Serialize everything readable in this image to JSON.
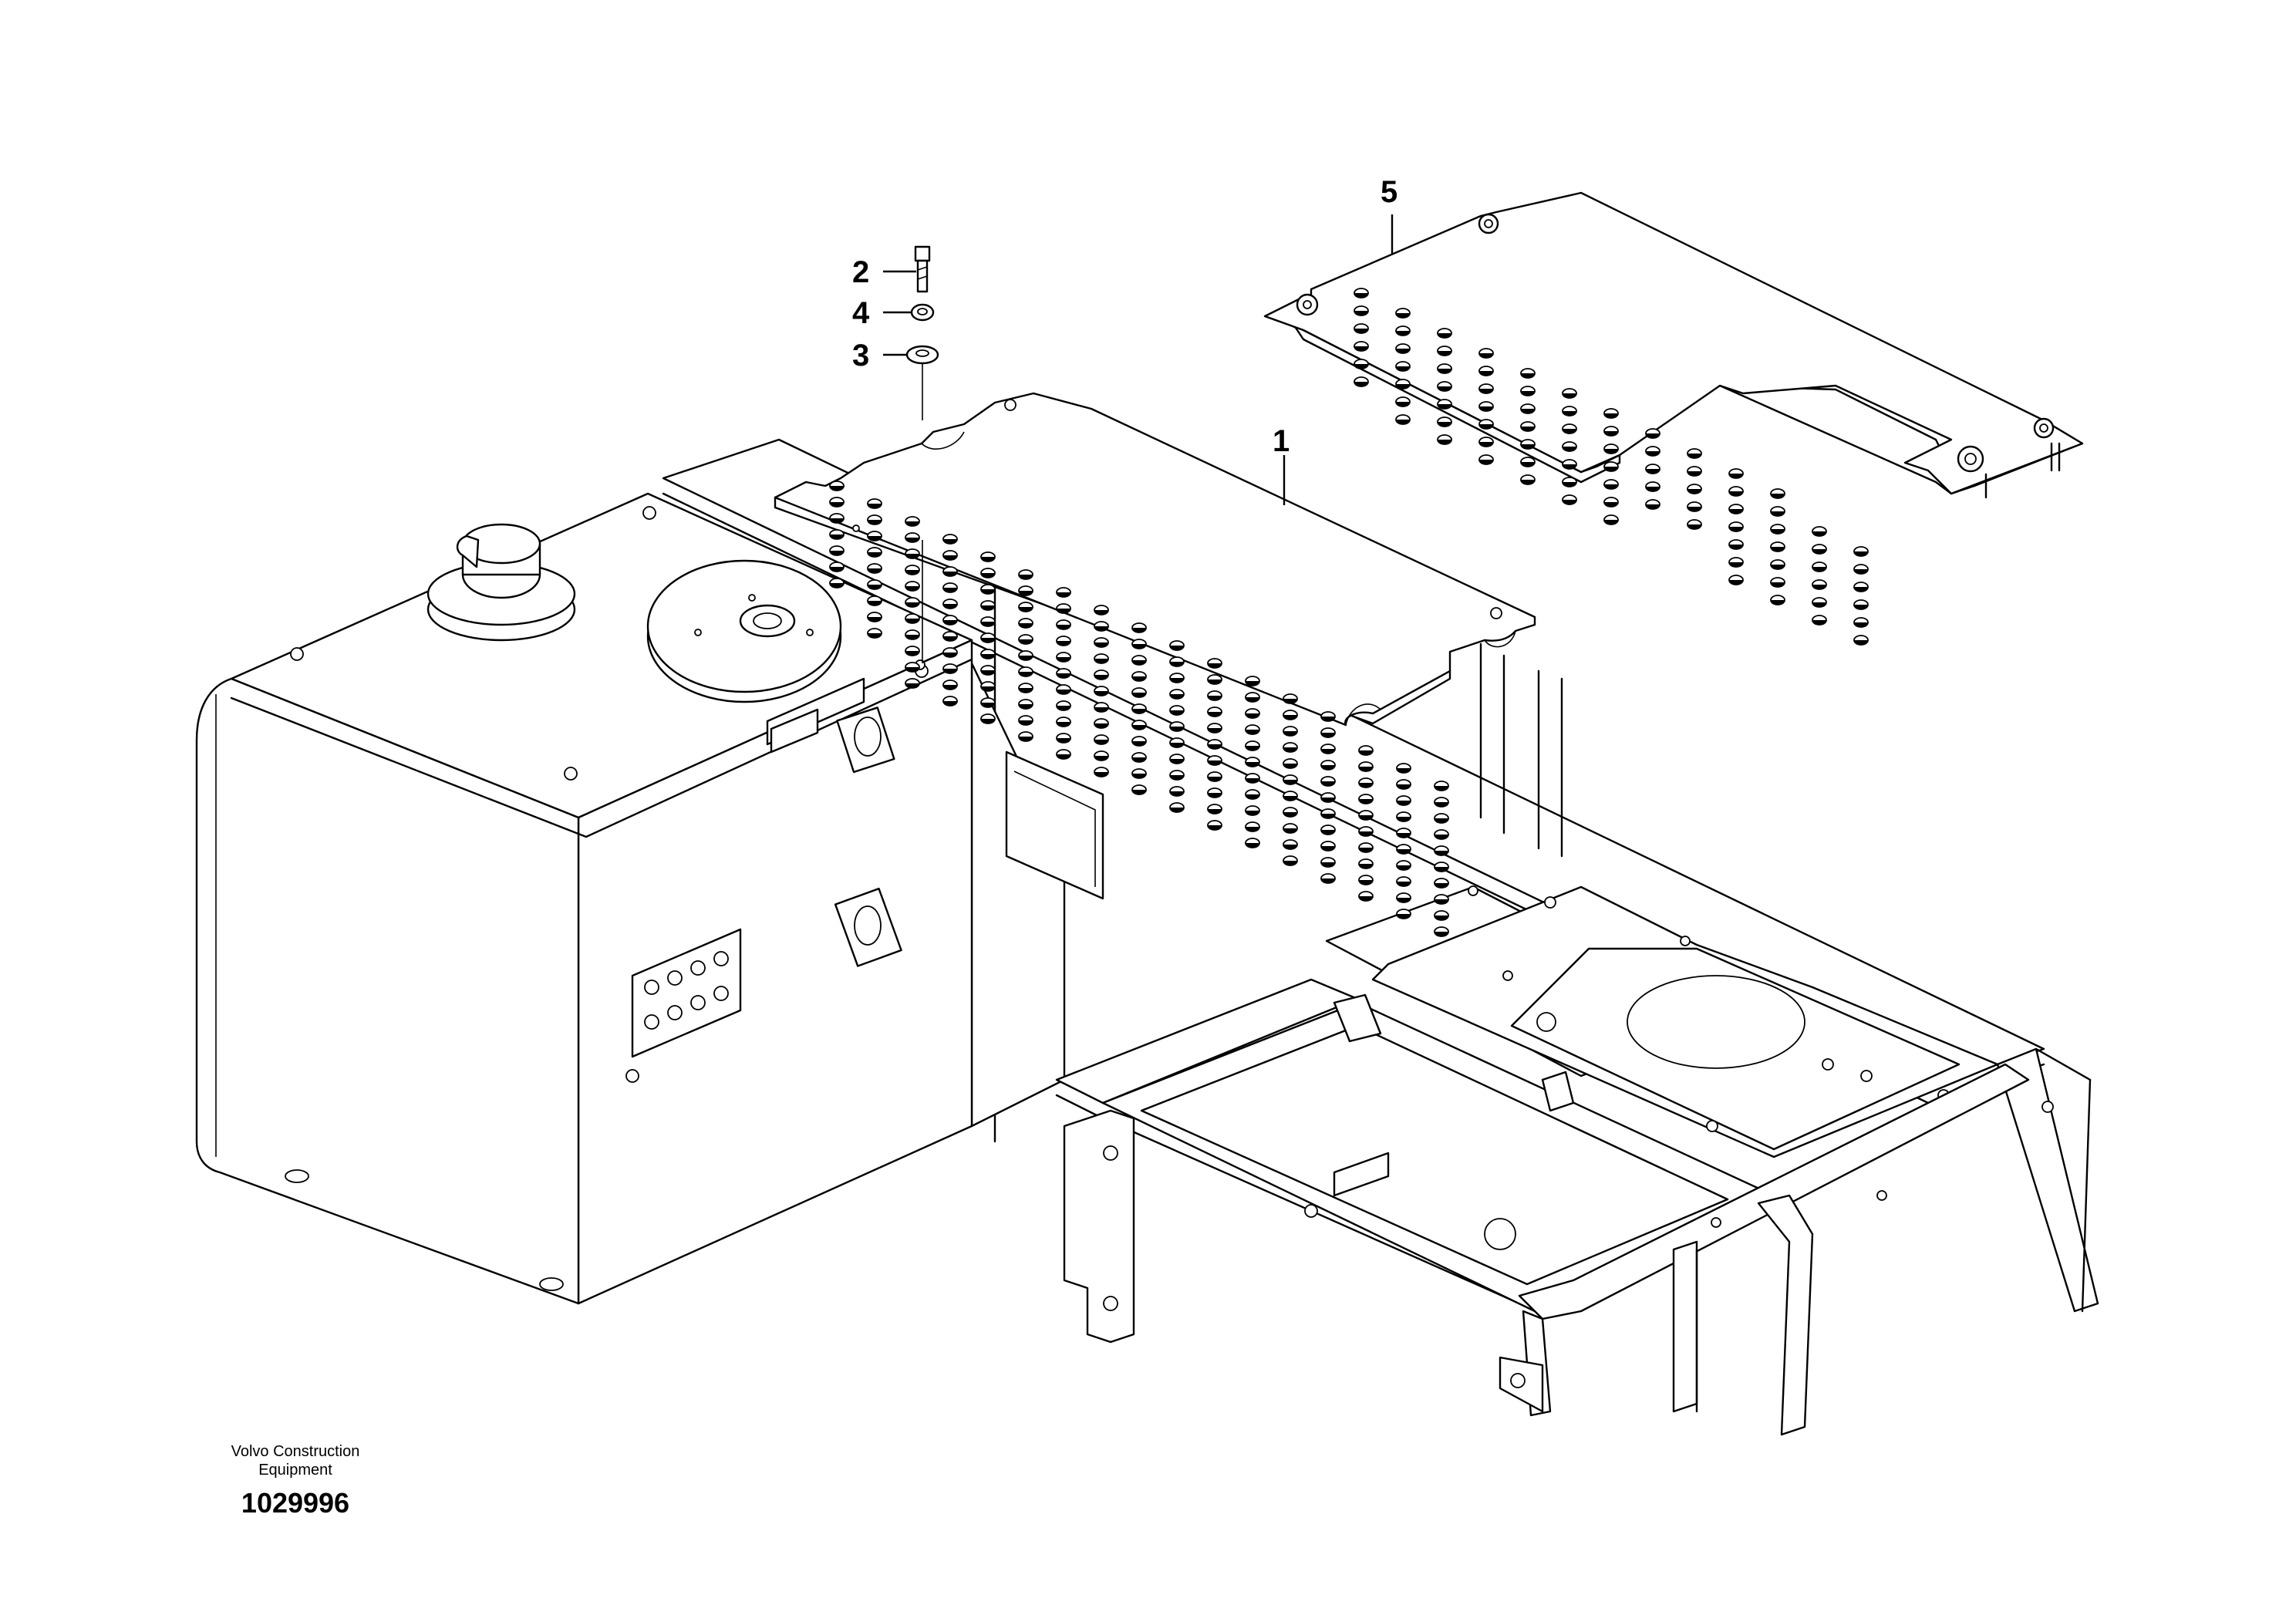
{
  "callouts": [
    {
      "label": "1",
      "part": "cover-plate-perforated"
    },
    {
      "label": "2",
      "part": "bolt"
    },
    {
      "label": "3",
      "part": "washer"
    },
    {
      "label": "4",
      "part": "lock-washer"
    },
    {
      "label": "5",
      "part": "cover-plate-perforated-upper"
    }
  ],
  "footer": {
    "company": "Volvo Construction Equipment",
    "document_id": "1029996"
  }
}
